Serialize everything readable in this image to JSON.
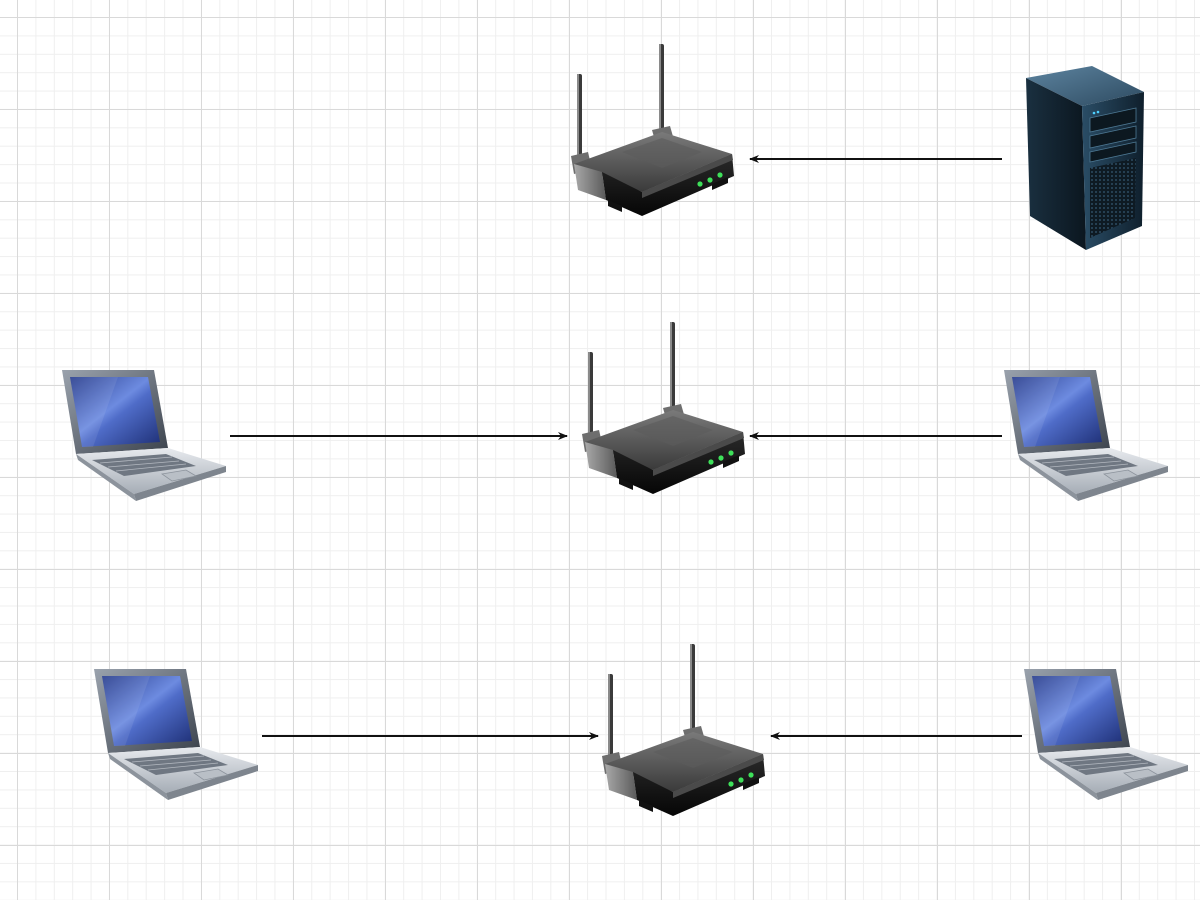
{
  "diagram": {
    "type": "network",
    "nodes": [
      {
        "id": "router-top",
        "kind": "wireless-router",
        "icon": "wireless-router-icon"
      },
      {
        "id": "server",
        "kind": "tower-server",
        "icon": "tower-server-icon"
      },
      {
        "id": "laptop-mid-left",
        "kind": "laptop",
        "icon": "laptop-icon"
      },
      {
        "id": "router-mid",
        "kind": "wireless-router",
        "icon": "wireless-router-icon"
      },
      {
        "id": "laptop-mid-right",
        "kind": "laptop",
        "icon": "laptop-icon"
      },
      {
        "id": "laptop-bottom-left",
        "kind": "laptop",
        "icon": "laptop-icon"
      },
      {
        "id": "router-bottom",
        "kind": "wireless-router",
        "icon": "wireless-router-icon"
      },
      {
        "id": "laptop-bottom-right",
        "kind": "laptop",
        "icon": "laptop-icon"
      }
    ],
    "edges": [
      {
        "from": "server",
        "to": "router-top",
        "arrow": "end"
      },
      {
        "from": "laptop-mid-left",
        "to": "router-mid",
        "arrow": "end"
      },
      {
        "from": "laptop-mid-right",
        "to": "router-mid",
        "arrow": "end"
      },
      {
        "from": "laptop-bottom-left",
        "to": "router-bottom",
        "arrow": "end"
      },
      {
        "from": "laptop-bottom-right",
        "to": "router-bottom",
        "arrow": "end"
      }
    ],
    "colors": {
      "grid_major": "#d9d9d9",
      "grid_minor": "#efefef",
      "edge": "#111111",
      "router_body": "#2b2b2b",
      "router_led": "#3ee05a",
      "laptop_screen": "#3b5bbf",
      "laptop_body": "#c7ccd3",
      "server_body": "#1e3a4f"
    }
  }
}
